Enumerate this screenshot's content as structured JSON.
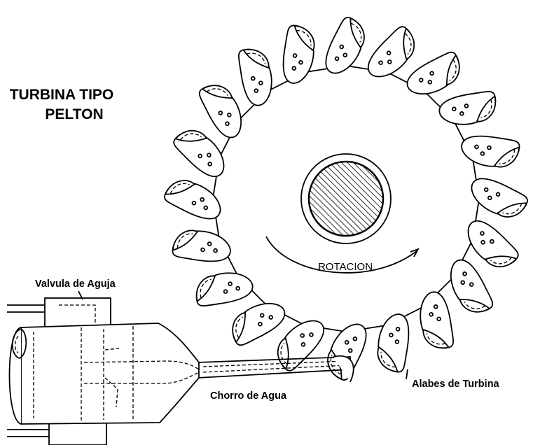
{
  "diagram": {
    "title_line1": "TURBINA TIPO",
    "title_line2": "PELTON",
    "labels": {
      "rotation": "ROTACION",
      "needle_valve": "Valvula de Aguja",
      "water_jet": "Chorro de Agua",
      "turbine_blades": "Alabes de Turbina"
    },
    "bucket_count": 20,
    "colors": {
      "ink": "#000000",
      "background": "#ffffff"
    }
  }
}
